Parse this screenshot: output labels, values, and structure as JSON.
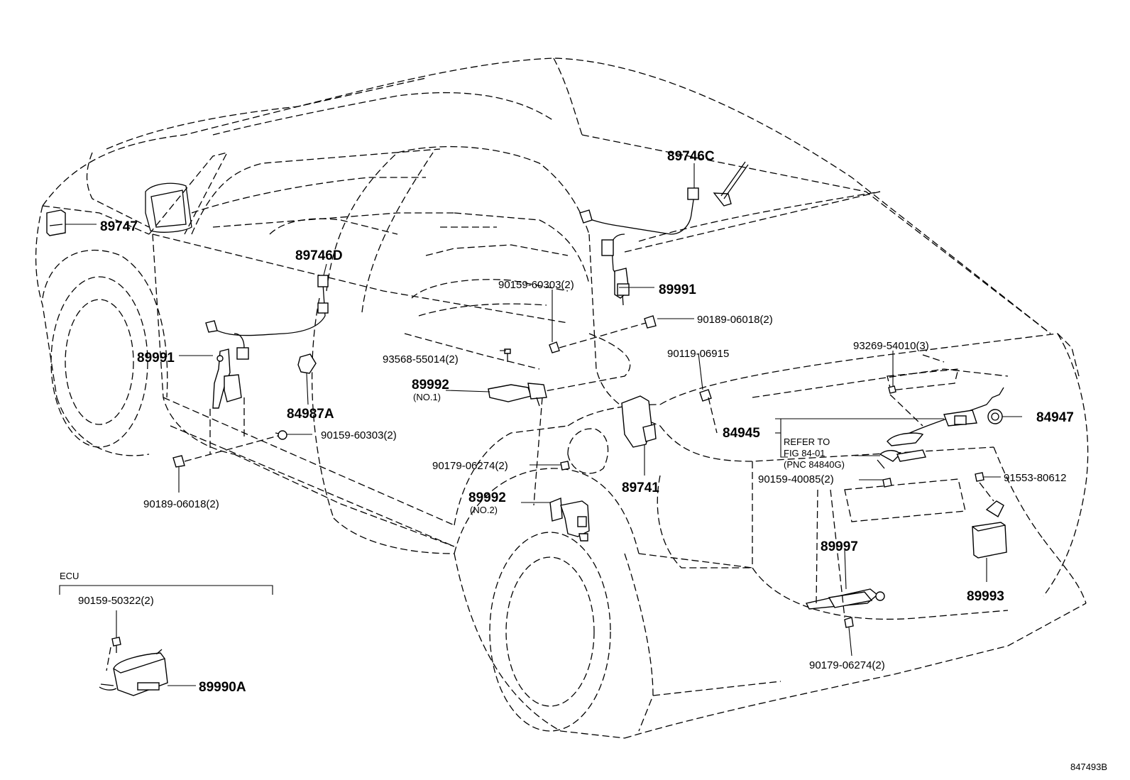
{
  "labels": {
    "p89747": "89747",
    "p89746c": "89746C",
    "p89746d": "89746D",
    "p89991_right": "89991",
    "p89991_left": "89991",
    "p90159_60303_upper": "90159-60303(2)",
    "p90189_06018_upper": "90189-06018(2)",
    "p90119_06915": "90119-06915",
    "p93568_55014": "93568-55014(2)",
    "p89992_no1": "89992",
    "p89992_no1_sub": "(NO.1)",
    "p84987a": "84987A",
    "p90159_60303_lower": "90159-60303(2)",
    "p90189_06018_lower": "90189-06018(2)",
    "p93269_54010": "93269-54010(3)",
    "p84947": "84947",
    "p84945": "84945",
    "refer_line1": "REFER TO",
    "refer_line2": "FIG 84-01",
    "refer_line3": "(PNC 84840G)",
    "p90159_40085": "90159-40085(2)",
    "p91553_80612": "91553-80612",
    "p89741": "89741",
    "p90179_06274_upper": "90179-06274(2)",
    "p89992_no2": "89992",
    "p89992_no2_sub": "(NO.2)",
    "p89997": "89997",
    "p89993": "89993",
    "p90179_06274_lower": "90179-06274(2)",
    "ecu_heading": "ECU",
    "p90159_50322": "90159-50322(2)",
    "p89990a": "89990A",
    "figure_code": "847493B"
  }
}
